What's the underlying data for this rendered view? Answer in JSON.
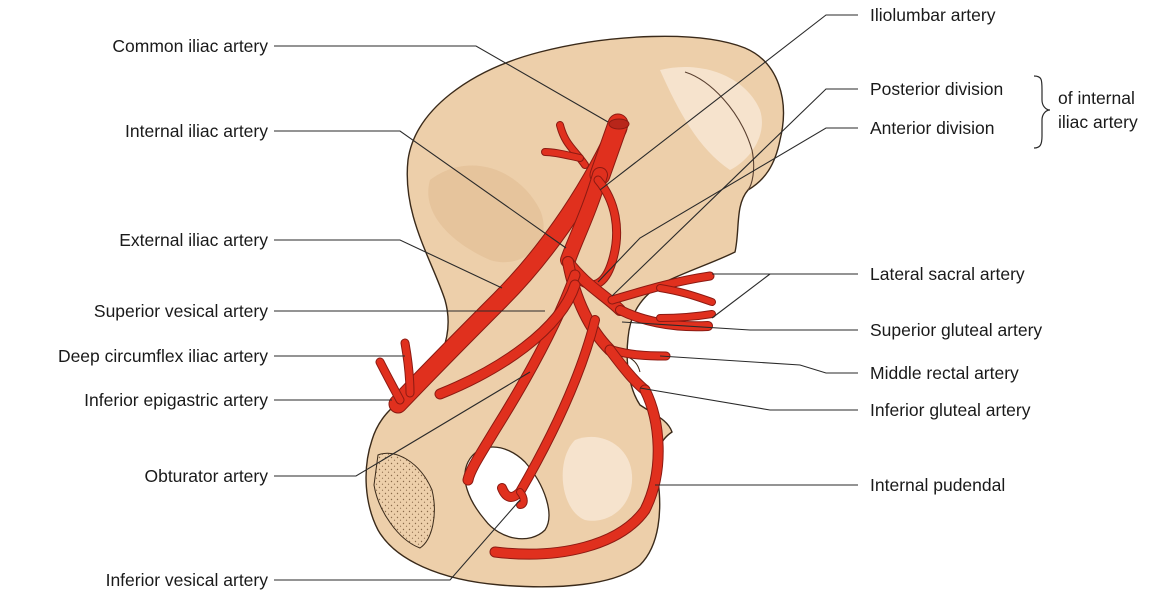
{
  "figure": {
    "artery_color": "#e0301e",
    "artery_outline_color": "#8c1a12",
    "bone_color": "#edcfaa"
  },
  "labels": {
    "left": {
      "common_iliac": "Common iliac artery",
      "internal_iliac": "Internal iliac artery",
      "external_iliac": "External iliac artery",
      "superior_vesical": "Superior vesical artery",
      "deep_circumflex_iliac": "Deep circumflex iliac artery",
      "inferior_epigastric": "Inferior epigastric artery",
      "obturator": "Obturator artery",
      "inferior_vesical": "Inferior vesical artery"
    },
    "right": {
      "iliolumbar": "Iliolumbar artery",
      "posterior_division": "Posterior division",
      "anterior_division": "Anterior division",
      "group_line1": "of internal",
      "group_line2": "iliac artery",
      "lateral_sacral": "Lateral sacral artery",
      "superior_gluteal": "Superior gluteal artery",
      "middle_rectal": "Middle rectal artery",
      "inferior_gluteal": "Inferior gluteal artery",
      "internal_pudendal": "Internal pudendal"
    }
  }
}
